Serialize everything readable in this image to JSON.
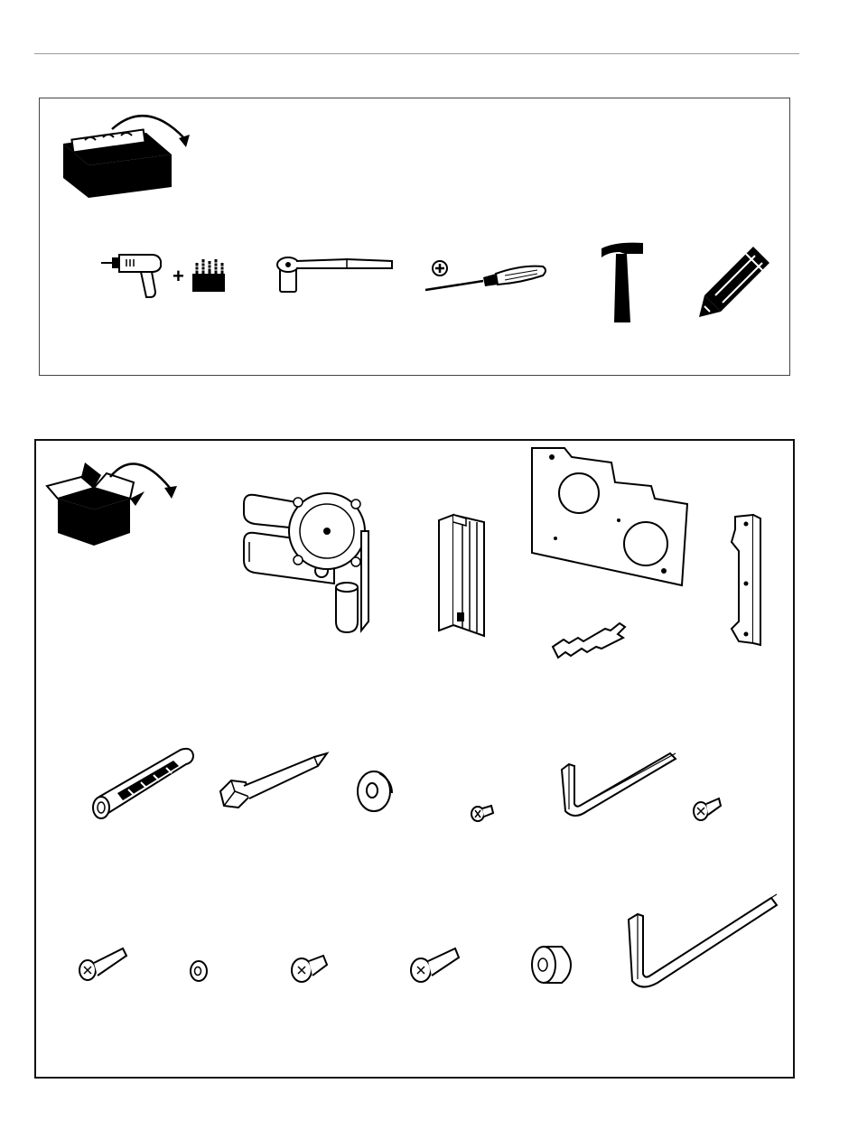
{
  "colors": {
    "ink": "#000000",
    "rule": "#9a9a9a",
    "panel_border": "#222222",
    "paper": "#ffffff"
  },
  "tools_section": {
    "header_icon": "toolbox-icon",
    "items": [
      {
        "icon": "drill-icon"
      },
      {
        "icon": "plus-sign",
        "symbol": "+"
      },
      {
        "icon": "drill-bits-icon"
      },
      {
        "icon": "socket-wrench-icon"
      },
      {
        "icon": "phillips-screwdriver-icon",
        "symbol": "⊕"
      },
      {
        "icon": "hammer-icon"
      },
      {
        "icon": "pencil-icon"
      }
    ]
  },
  "parts_section": {
    "header_icon": "open-box-icon",
    "row1": [
      "swing-arm-assembly",
      "wall-column",
      "wall-plate",
      "spacer-bracket",
      "side-bracket"
    ],
    "row2": [
      "wall-anchor",
      "lag-bolt",
      "washer",
      "small-screw",
      "small-allen-key",
      "machine-screw"
    ],
    "row3": [
      "long-screw",
      "small-washer",
      "flat-head-screw",
      "medium-screw",
      "spacer",
      "large-allen-key"
    ]
  }
}
